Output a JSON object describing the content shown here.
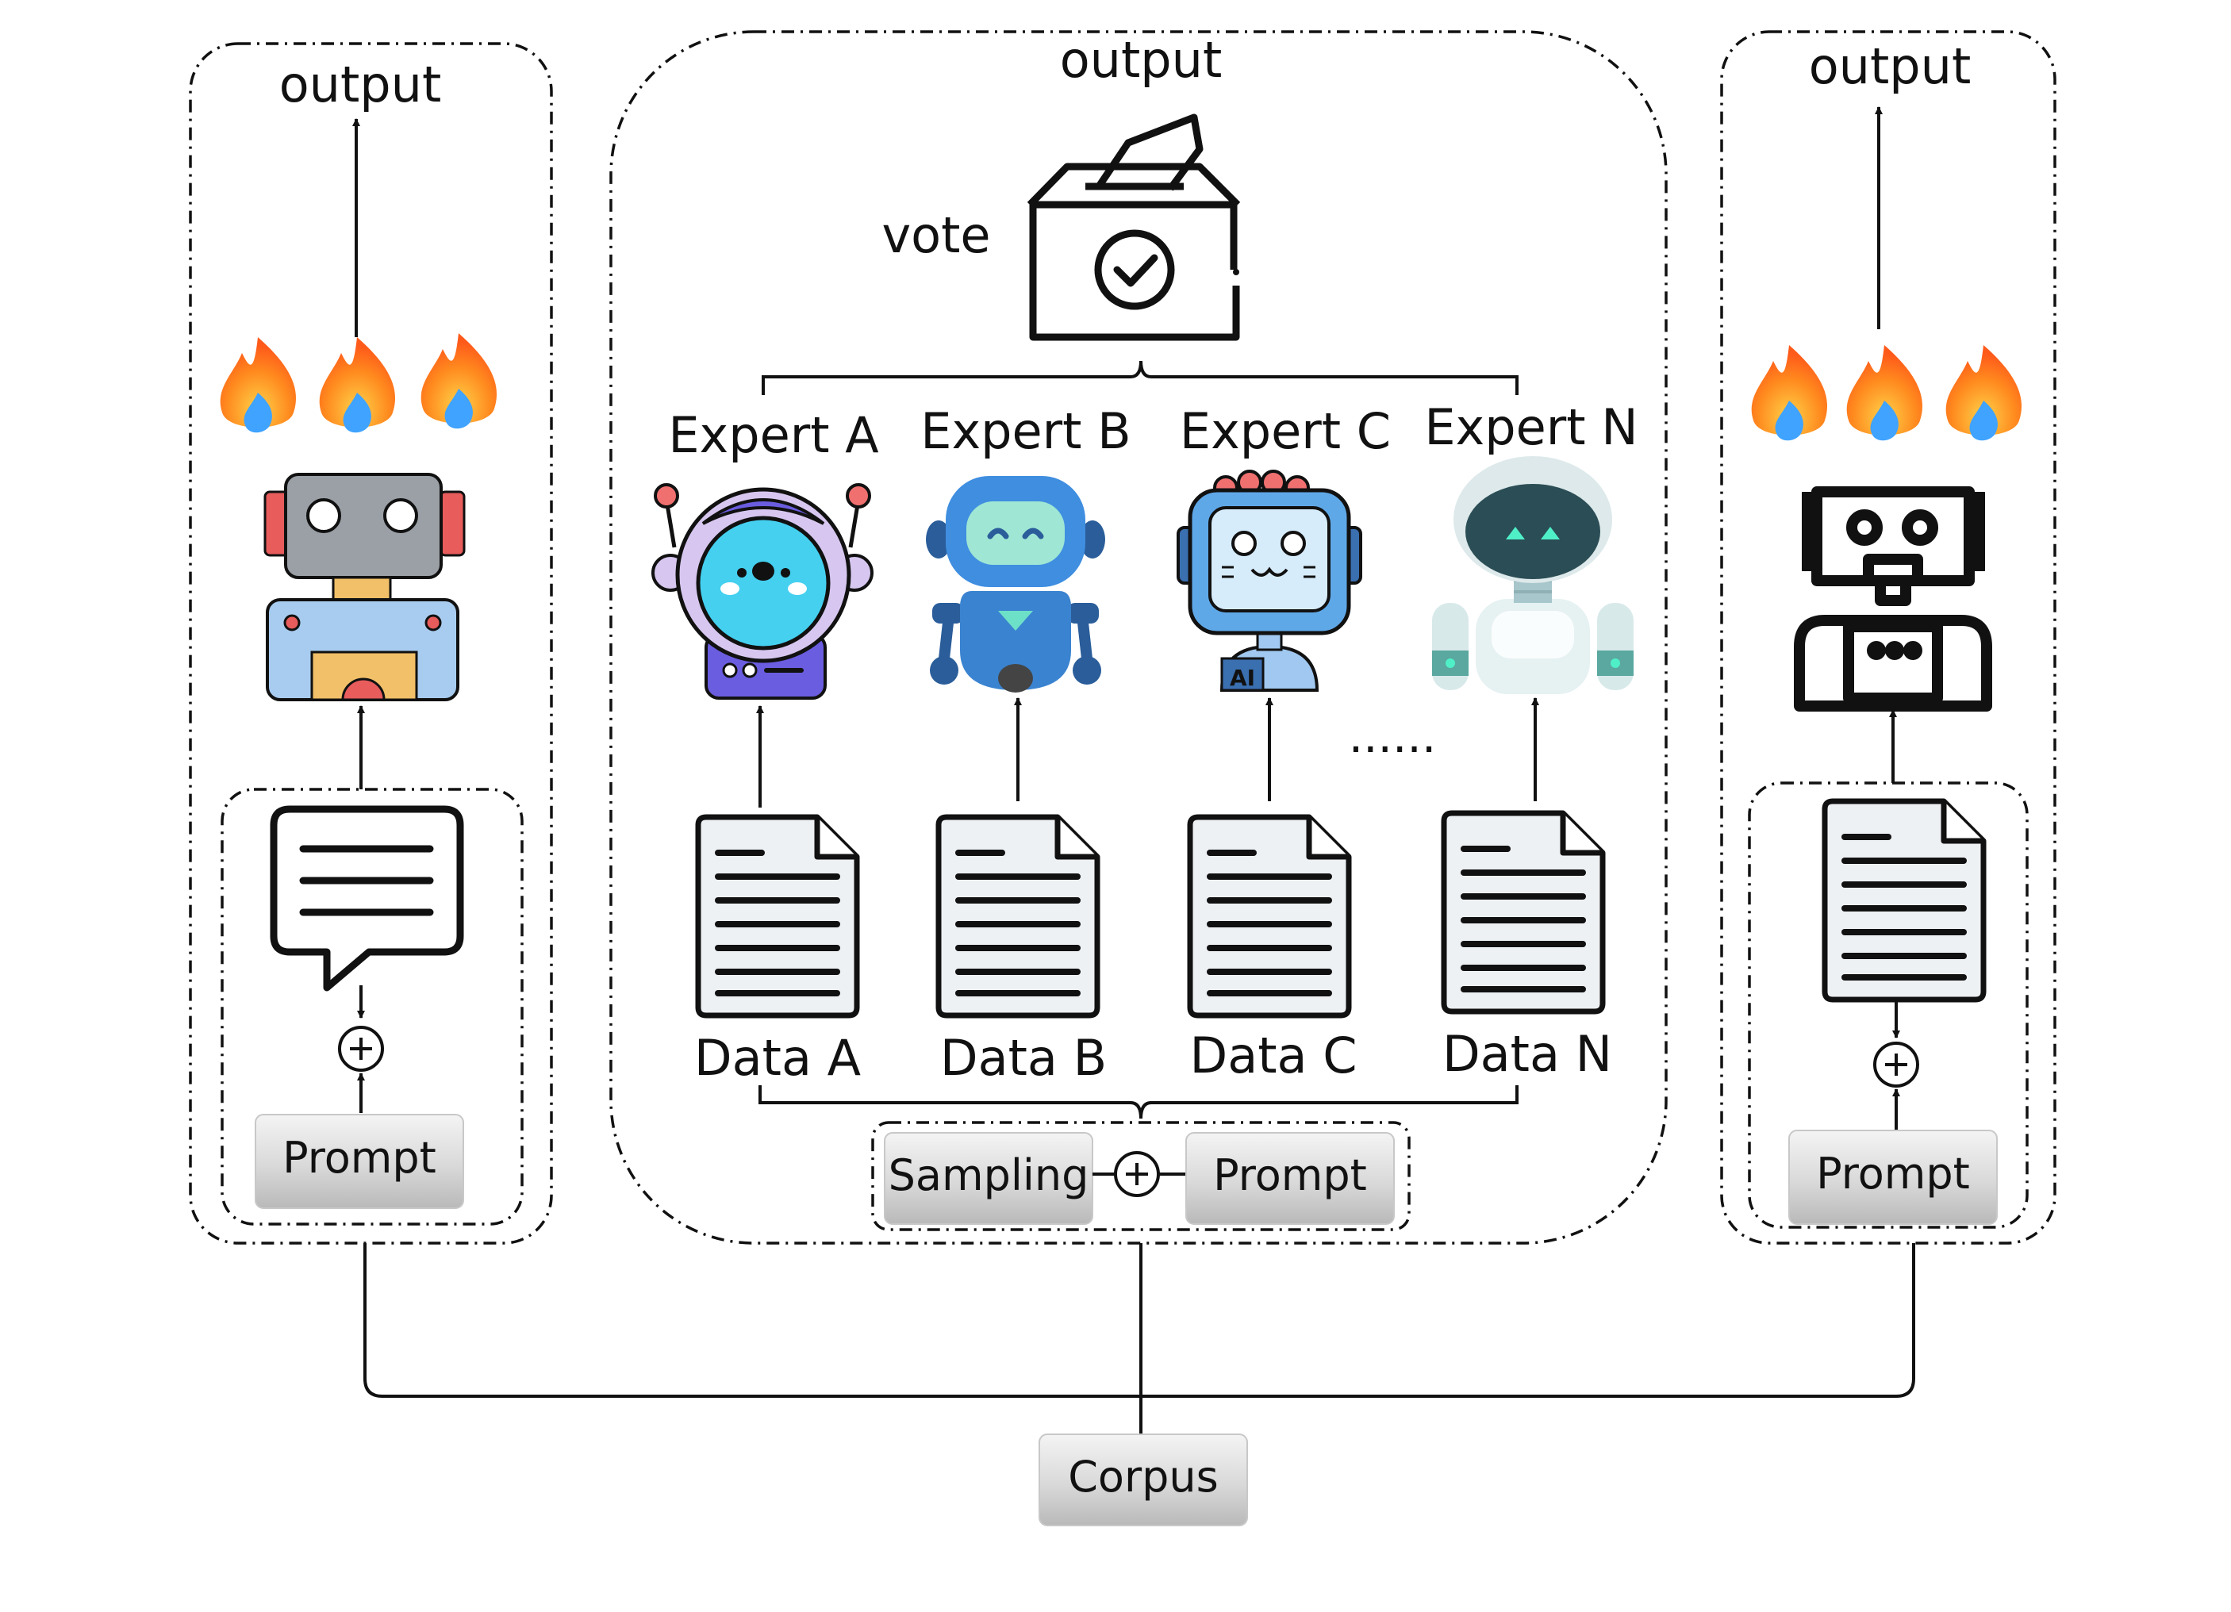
{
  "left_panel": {
    "output_label": "output",
    "prompt_label": "Prompt"
  },
  "center_panel": {
    "output_label": "output",
    "vote_label": "vote",
    "experts": [
      "Expert A",
      "Expert B",
      "Expert C",
      "Expert N"
    ],
    "data": [
      "Data A",
      "Data B",
      "Data C",
      "Data N"
    ],
    "ellipsis": "......",
    "sampling_label": "Sampling",
    "prompt_label": "Prompt"
  },
  "right_panel": {
    "output_label": "output",
    "prompt_label": "Prompt"
  },
  "corpus_label": "Corpus",
  "icons": {
    "fire": "fire-icon",
    "robot_left": "robot-icon",
    "robot_right": "robot-outline-icon",
    "document": "document-icon",
    "chat": "chat-bubble-icon",
    "ballot": "ballot-box-icon",
    "plus": "plus-circle-icon"
  }
}
